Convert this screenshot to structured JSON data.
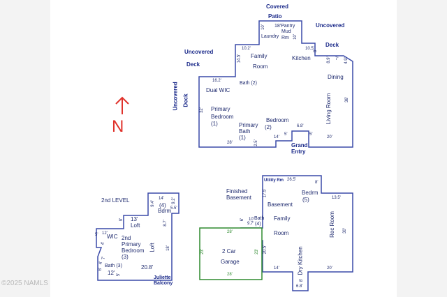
{
  "first_floor": {
    "exterior": {
      "covered_patio_1": "Covered",
      "covered_patio_2": "Patio",
      "uncovered_deck_right_1": "Uncovered",
      "uncovered_deck_right_2": "Deck",
      "uncovered_deck_left_1": "Uncovered",
      "uncovered_deck_left_2": "Deck",
      "uncovered_deck_side_1": "Uncovered",
      "uncovered_deck_side_2": "Deck",
      "grand_entry_1": "Grand",
      "grand_entry_2": "Entry"
    },
    "rooms": {
      "pantry": "18'Pantry",
      "mud": "Mud",
      "rm": "Rm",
      "laundry": "Laundry",
      "family": "Family",
      "family_room": "Room",
      "kitchen": "Kitchen",
      "dining": "Dining",
      "living_room": "Living Room",
      "dual_wic": "Dual WIC",
      "bath2": "Bath (2)",
      "primary_bedroom_1": "Primary",
      "primary_bedroom_2": "Bedroom",
      "primary_bedroom_3": "(1)",
      "primary_bath_1": "Primary",
      "primary_bath_2": "Bath",
      "primary_bath_3": "(1)",
      "bedroom2_1": "Bedroom",
      "bedroom2_2": "(2)"
    },
    "dims": {
      "d10a": "10'",
      "d10b": "10'",
      "d102": "10.2'",
      "d145": "14.5'",
      "d105": "10.5'",
      "d8a": "8'",
      "d89": "8.9'",
      "d7": "7'",
      "d49": "4.9'",
      "d162": "16.2'",
      "d32": "32'",
      "d36": "36'",
      "d28": "28'",
      "d25": "2.5'",
      "d14": "14'",
      "d5a": "5'",
      "d68": "6.8'",
      "d5b": "5'",
      "d20": "20'"
    }
  },
  "compass": {
    "letter": "N"
  },
  "second_level": {
    "title": "2nd LEVEL",
    "rooms": {
      "bdrm4_1": "(4)",
      "bdrm4_2": "Bdrm",
      "loft_1": "13'",
      "loft_2": "Loft",
      "wic": "WIC",
      "primary_1": "2nd",
      "primary_2": "Primary",
      "primary_3": "Bedroom",
      "primary_4": "(3)",
      "loft_vert": "Loft",
      "bath3": "Bath (3)",
      "juliette_1": "Juliette",
      "juliette_2": "Balcony"
    },
    "dims": {
      "d14": "14'",
      "d94": "9.4'",
      "d92": "9.2'",
      "d55": "5.5'",
      "d9": "9'",
      "d87": "8.7'",
      "d5": "5'",
      "d12a": "12'",
      "d4a": "4'",
      "d7": "7'",
      "d4b": "4'",
      "d18": "18'",
      "d208": "20.8'",
      "d6": "6'",
      "d12b": "12'",
      "d5b": "5'"
    }
  },
  "basement": {
    "rooms": {
      "finished_1": "Finished",
      "finished_2": "Basement",
      "utility": "Utility Rm",
      "bedrm5_1": "Bedrm",
      "bedrm5_2": "(5)",
      "basement": "Basement",
      "family_1": "Family",
      "family_2": "Room",
      "bath4_1": "Bath",
      "bath4_2": "(4)",
      "rec_room": "Rec Room",
      "garage_1": "2 Car",
      "garage_2": "Garage",
      "dry_kitchen": "Dry Kitchen"
    },
    "dims": {
      "d265": "26.5'",
      "d8": "8'",
      "d175": "17.5'",
      "d135": "13.5'",
      "d6": "6'",
      "d10": "10'",
      "d97": "9.7'",
      "d205": "20.5'",
      "d30": "30'",
      "d14": "14'",
      "d20": "20'",
      "d8b": "8'",
      "d68": "6.8'",
      "g28a": "28'",
      "g23a": "23'",
      "g23b": "23'",
      "g28b": "28'"
    }
  },
  "watermark": "©2025 NAMLS",
  "colors": {
    "wall": "#3a4aa8",
    "label": "#1e2a6e",
    "deck_label": "#1b2a8a",
    "garage": "#2f8a2f",
    "compass": "#e0322b"
  }
}
